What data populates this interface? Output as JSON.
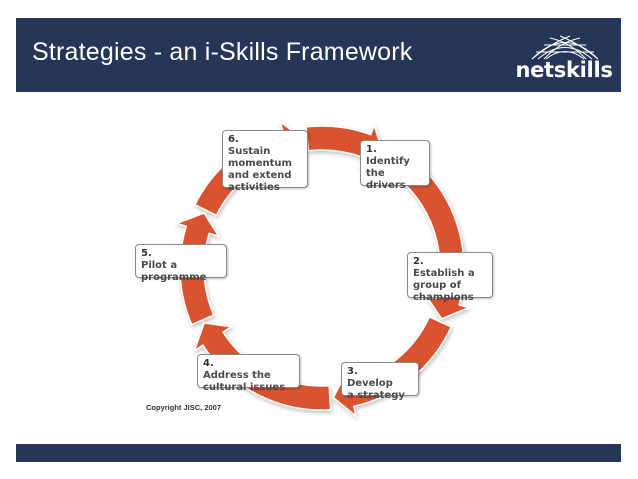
{
  "header": {
    "title": "Strategies - an i-Skills Framework",
    "logo_text": "netskills",
    "logo_icon": "globe-mesh-icon"
  },
  "colors": {
    "header_bg": "#263558",
    "ring": "#d9532d",
    "box_border": "#8a8a8a"
  },
  "steps": [
    {
      "num": "1.",
      "label": "Identify\nthe\ndrivers"
    },
    {
      "num": "2.",
      "label": "Establish a\ngroup of\nchampions"
    },
    {
      "num": "3.",
      "label": "Develop\na strategy"
    },
    {
      "num": "4.",
      "label": "Address the\ncultural issues"
    },
    {
      "num": "5.",
      "label": "Pilot a\nprogramme"
    },
    {
      "num": "6.",
      "label": "Sustain\nmomentum\nand extend\nactivities"
    }
  ],
  "copyright": "Copyright JISC, 2007"
}
